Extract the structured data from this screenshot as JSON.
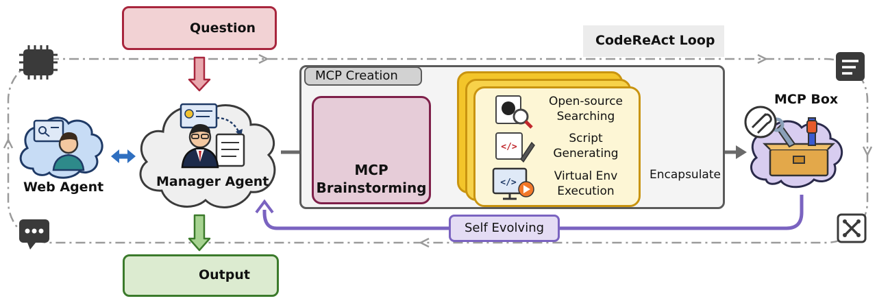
{
  "loop": {
    "title": "CodeReAct Loop"
  },
  "question": {
    "label": "Question"
  },
  "output": {
    "label": "Output"
  },
  "web_agent": {
    "label": "Web Agent"
  },
  "manager_agent": {
    "label": "Manager Agent"
  },
  "mcp_creation": {
    "title": "MCP Creation",
    "brainstorm": {
      "line1": "MCP",
      "line2": "Brainstorming"
    },
    "steps": [
      {
        "line1": "Open-source",
        "line2": "Searching",
        "icon": "github-search-icon"
      },
      {
        "line1": "Script",
        "line2": "Generating",
        "icon": "code-pen-icon"
      },
      {
        "line1": "Virtual Env",
        "line2": "Execution",
        "icon": "code-run-icon"
      }
    ],
    "encapsulate": "Encapsulate"
  },
  "mcp_box": {
    "label": "MCP Box"
  },
  "self_evolving": {
    "label": "Self Evolving"
  },
  "colors": {
    "question": "#a8263d",
    "output": "#3b7a2b",
    "brainstorm": "#7e1f49",
    "steps": "#c99410",
    "evolve": "#7a63c0",
    "link": "#2f6fc0",
    "loop": "#9a9a9a"
  },
  "icons": [
    "chip-icon",
    "document-lines-icon",
    "chat-bubble-icon",
    "network-x-icon",
    "confused-user-icon",
    "satisfied-user-icon",
    "web-user-icon",
    "manager-icon",
    "tool-lightbulb-icon",
    "package-icon",
    "toolbox-icon"
  ]
}
